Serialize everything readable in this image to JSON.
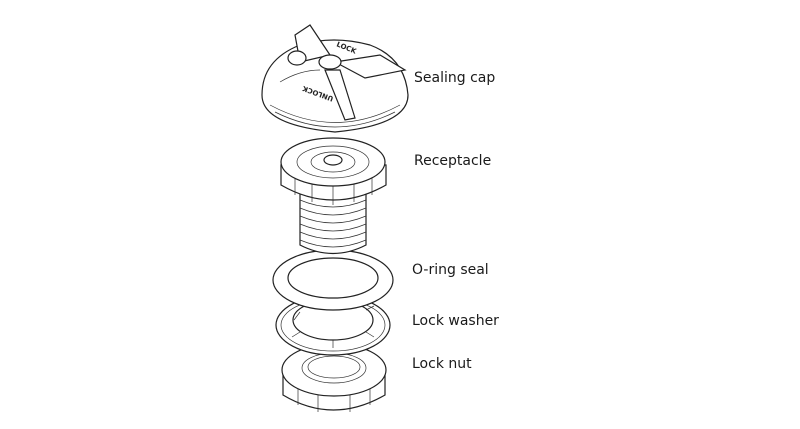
{
  "parts": [
    {
      "id": "sealing-cap",
      "label": "Sealing cap"
    },
    {
      "id": "receptacle",
      "label": "Receptacle"
    },
    {
      "id": "o-ring-seal",
      "label": "O-ring seal"
    },
    {
      "id": "lock-washer",
      "label": "Lock washer"
    },
    {
      "id": "lock-nut",
      "label": "Lock nut"
    }
  ],
  "cap_markings": {
    "lock": "LOCK",
    "unlock": "UNLOCK"
  },
  "colors": {
    "line": "#222222",
    "background": "#ffffff"
  }
}
